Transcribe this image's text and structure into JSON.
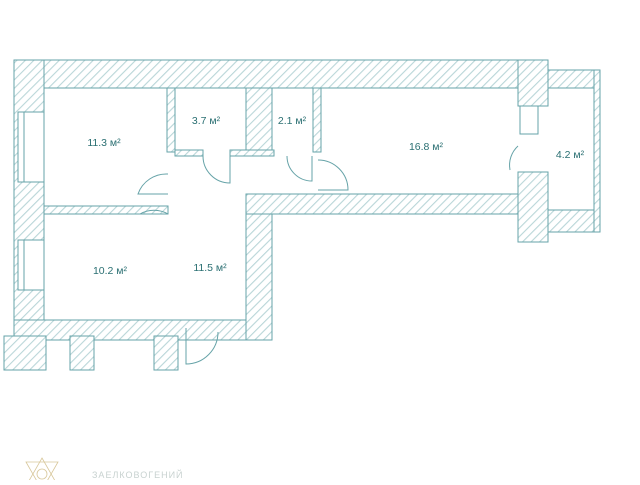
{
  "colors": {
    "wall_stroke": "#66a3a8",
    "wall_hatch": "#b9d6d8",
    "label": "#2a6f72",
    "logo": "#d8c79a"
  },
  "rooms": [
    {
      "id": "room-1",
      "area": "11.3 м²"
    },
    {
      "id": "room-2",
      "area": "3.7 м²"
    },
    {
      "id": "room-3",
      "area": "2.1 м²"
    },
    {
      "id": "room-4",
      "area": "16.8 м²"
    },
    {
      "id": "room-5",
      "area": "4.2 м²"
    },
    {
      "id": "room-6",
      "area": "10.2 м²"
    },
    {
      "id": "room-7",
      "area": "11.5 м²"
    }
  ],
  "logo": {
    "icon": "geometric-star-icon",
    "text": "ЗАЕЛКОВОГЕНИЙ"
  }
}
